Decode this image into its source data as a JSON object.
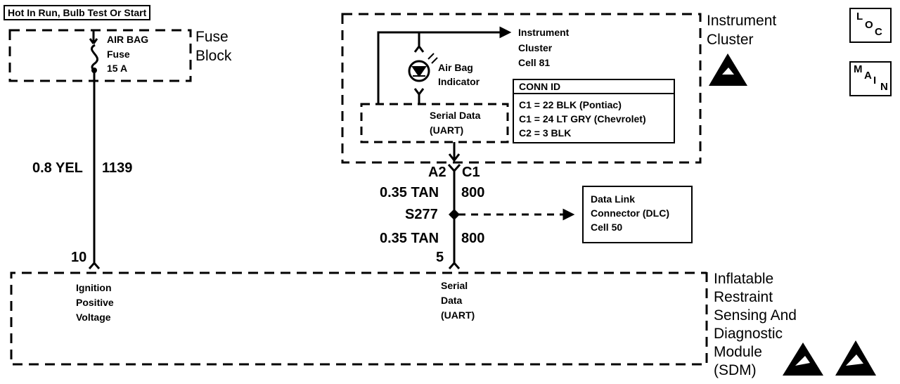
{
  "header": {
    "condition": "Hot In Run, Bulb Test Or Start"
  },
  "fuse_block": {
    "label_line1": "Fuse",
    "label_line2": "Block",
    "fuse_name_line1": "AIR BAG",
    "fuse_name_line2": "Fuse",
    "fuse_rating": "15 A"
  },
  "wire_ignition": {
    "gauge_color": "0.8 YEL",
    "circuit": "1139",
    "terminal": "10"
  },
  "instrument_cluster": {
    "label_line1": "Instrument",
    "label_line2": "Cluster",
    "ref_line1": "Instrument",
    "ref_line2": "Cluster",
    "ref_line3": "Cell 81",
    "indicator_line1": "Air Bag",
    "indicator_line2": "Indicator",
    "serial_line1": "Serial Data",
    "serial_line2": "(UART)",
    "conn_id": {
      "title": "CONN ID",
      "rows": [
        "C1 = 22 BLK (Pontiac)",
        "C1 = 24 LT GRY (Chevrolet)",
        "C2 = 3 BLK"
      ]
    }
  },
  "serial_wire": {
    "connector_left": "A2",
    "connector_right": "C1",
    "upper_gauge": "0.35 TAN",
    "upper_circuit": "800",
    "splice": "S277",
    "lower_gauge": "0.35 TAN",
    "lower_circuit": "800",
    "terminal": "5"
  },
  "dlc": {
    "line1": "Data Link",
    "line2": "Connector (DLC)",
    "line3": "Cell 50"
  },
  "sdm": {
    "label_lines": [
      "Inflatable",
      "Restraint",
      "Sensing And",
      "Diagnostic",
      "Module",
      "(SDM)"
    ],
    "ignition_line1": "Ignition",
    "ignition_line2": "Positive",
    "ignition_line3": "Voltage",
    "serial_line1": "Serial",
    "serial_line2": "Data",
    "serial_line3": "(UART)"
  },
  "nav": {
    "loc": {
      "l": "L",
      "o": "O",
      "c": "C"
    },
    "main": {
      "m": "M",
      "a": "A",
      "i": "I",
      "n": "N"
    }
  },
  "icons": [
    "esd-warning-icon",
    "led-icon",
    "splice-dot-icon",
    "fuse-icon",
    "arrow-icon"
  ]
}
